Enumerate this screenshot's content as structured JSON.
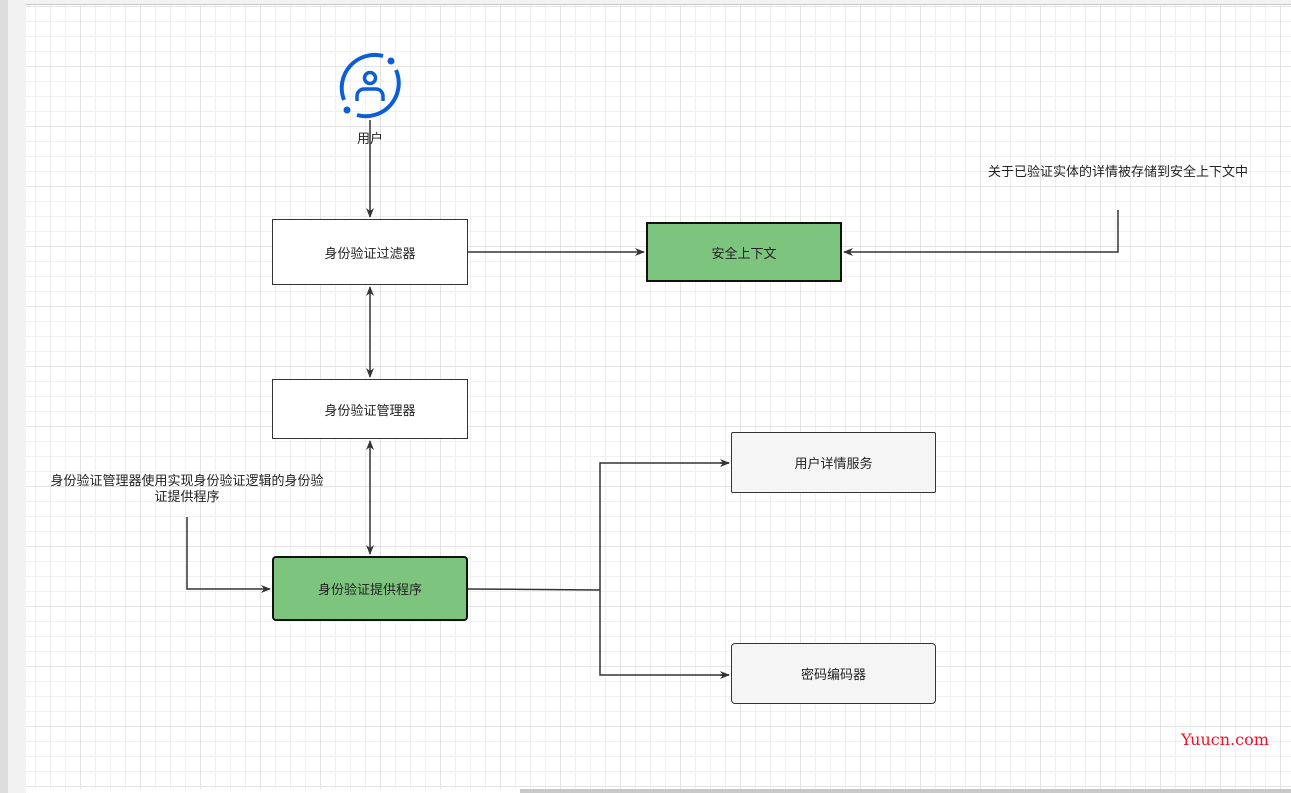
{
  "nodes": {
    "user": "用户",
    "auth_filter": "身份验证过滤器",
    "security_context": "安全上下文",
    "auth_manager": "身份验证管理器",
    "auth_provider": "身份验证提供程序",
    "user_details_service": "用户详情服务",
    "password_encoder": "密码编码器"
  },
  "notes": {
    "context_note": "关于已验证实体的详情被存储到安全上下文中",
    "provider_note_line1": "身份验证管理器使用实现身份验证逻辑的身份验",
    "provider_note_line2": "证提供程序"
  },
  "watermark": "Yuucn.com",
  "colors": {
    "green": "#7dc57f",
    "icon_blue": "#0b5ed7",
    "watermark": "#f0102a"
  }
}
